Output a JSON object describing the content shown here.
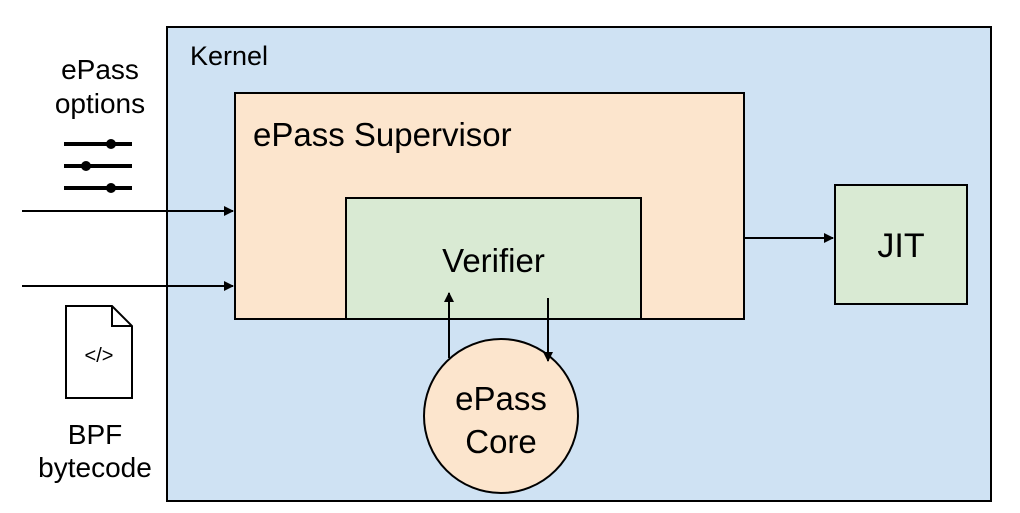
{
  "colors": {
    "kernel": "#cfe2f3",
    "supervisor": "#fce5cd",
    "verifier": "#d9ead3",
    "jit": "#d9ead3",
    "core": "#fce5cd",
    "stroke": "#000000"
  },
  "inputs": {
    "options_label_line1": "ePass",
    "options_label_line2": "options",
    "options_icon": "sliders-icon",
    "bytecode_label_line1": "BPF",
    "bytecode_label_line2": "bytecode",
    "bytecode_icon_glyph": "</>",
    "bytecode_icon": "code-file-icon"
  },
  "kernel": {
    "label": "Kernel"
  },
  "supervisor": {
    "label": "ePass Supervisor"
  },
  "verifier": {
    "label": "Verifier"
  },
  "jit": {
    "label": "JIT"
  },
  "core": {
    "label_line1": "ePass",
    "label_line2": "Core"
  }
}
